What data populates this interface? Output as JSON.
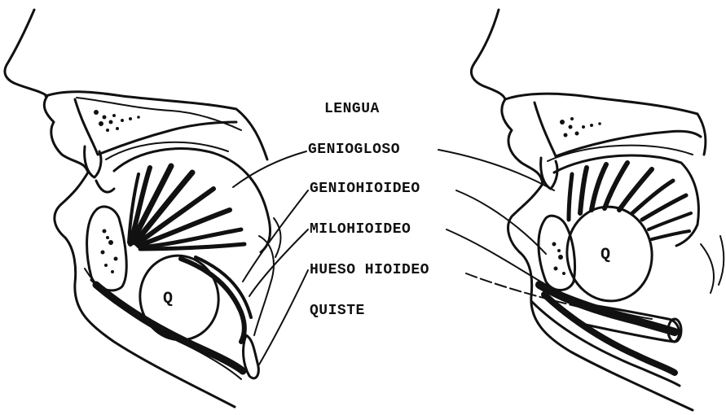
{
  "labels": {
    "lengua": "LENGUA",
    "geniogloso": "GENIOGLOSO",
    "geniohioideo": "GENIOHIOIDEO",
    "milohioideo": "MILOHIOIDEO",
    "hueso_hioideo": "HUESO HIOIDEO",
    "quiste": "QUISTE"
  },
  "cyst_letter_left": "Q",
  "cyst_letter_right": "Q"
}
